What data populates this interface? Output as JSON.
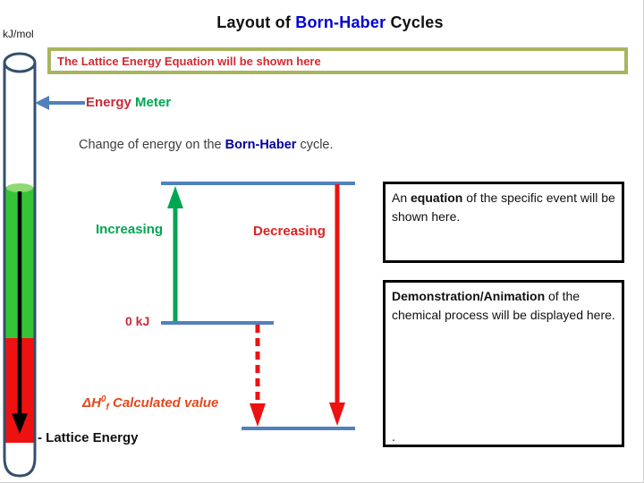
{
  "unit_label": "kJ/mol",
  "title": {
    "part1": "Layout of ",
    "highlight": "Born-Haber",
    "part3": " Cycles"
  },
  "banner": {
    "text": "The Lattice Energy Equation will be shown here"
  },
  "energy_meter": {
    "word1": "Energy",
    "word2": "Meter"
  },
  "subtitle": {
    "part1": "Change of energy on the ",
    "highlight": "Born-Haber",
    "part3": " cycle."
  },
  "diagram": {
    "increasing_label": "Increasing",
    "decreasing_label": "Decreasing",
    "zero_label": "0 kJ",
    "delta_h": {
      "base": "ΔH",
      "sup": "0",
      "sub": "f",
      "rest": " Calculated value"
    },
    "lattice_label": "- Lattice Energy"
  },
  "equation_box": {
    "seg1": "An ",
    "bold": "equation",
    "seg3": " of the specific event will be shown here."
  },
  "demo_box": {
    "bold": "Demonstration/Animation",
    "seg2": " of the chemical process will be displayed here.",
    "dot": "."
  },
  "colors": {
    "accent_blue": "#4f81bd",
    "title_blue": "#0000d4",
    "navy_highlight": "#0000a0",
    "green": "#00a651",
    "tube_green": "#35c435",
    "meniscus_green": "#8ed973",
    "red": "#ee1111",
    "crimson": "#cc2936",
    "banner_text_red": "#d42a33",
    "orange_red": "#e2491f",
    "olive_border": "#a9b45f",
    "tube_outline": "#33506e"
  }
}
